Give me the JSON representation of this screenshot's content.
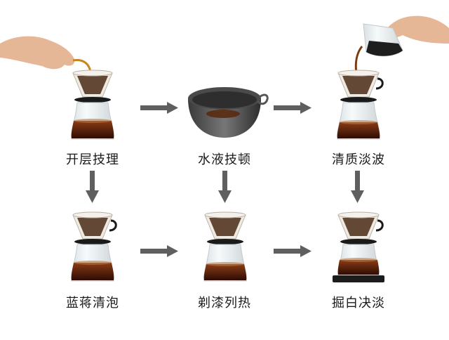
{
  "steps": [
    {
      "id": "step1",
      "label": "开层技理",
      "image": "pour-over-dripper-with-hand-pouring"
    },
    {
      "id": "step2",
      "label": "水液技顿",
      "image": "metal-bowl-with-coffee"
    },
    {
      "id": "step3",
      "label": "清质淡波",
      "image": "pour-over-with-pitcher-pouring"
    },
    {
      "id": "step4",
      "label": "蓝蒋清泡",
      "image": "pour-over-dripper-on-server"
    },
    {
      "id": "step5",
      "label": "剃漆列热",
      "image": "pour-over-dripper-on-server"
    },
    {
      "id": "step6",
      "label": "掘白决淡",
      "image": "pour-over-dripper-on-scale"
    }
  ],
  "arrows": [
    {
      "from": "step1",
      "to": "step2",
      "direction": "right"
    },
    {
      "from": "step2",
      "to": "step3",
      "direction": "right"
    },
    {
      "from": "step1",
      "to": "step4",
      "direction": "down"
    },
    {
      "from": "step2",
      "to": "step5",
      "direction": "down"
    },
    {
      "from": "step3",
      "to": "step6",
      "direction": "down"
    },
    {
      "from": "step4",
      "to": "step5",
      "direction": "right"
    },
    {
      "from": "step5",
      "to": "step6",
      "direction": "right"
    }
  ],
  "colors": {
    "arrow": "#5f5f5f",
    "coffee": "#4a1c0c",
    "glass": "#e9eef0",
    "ring": "#1a1a1a",
    "skin": "#e6b796"
  }
}
